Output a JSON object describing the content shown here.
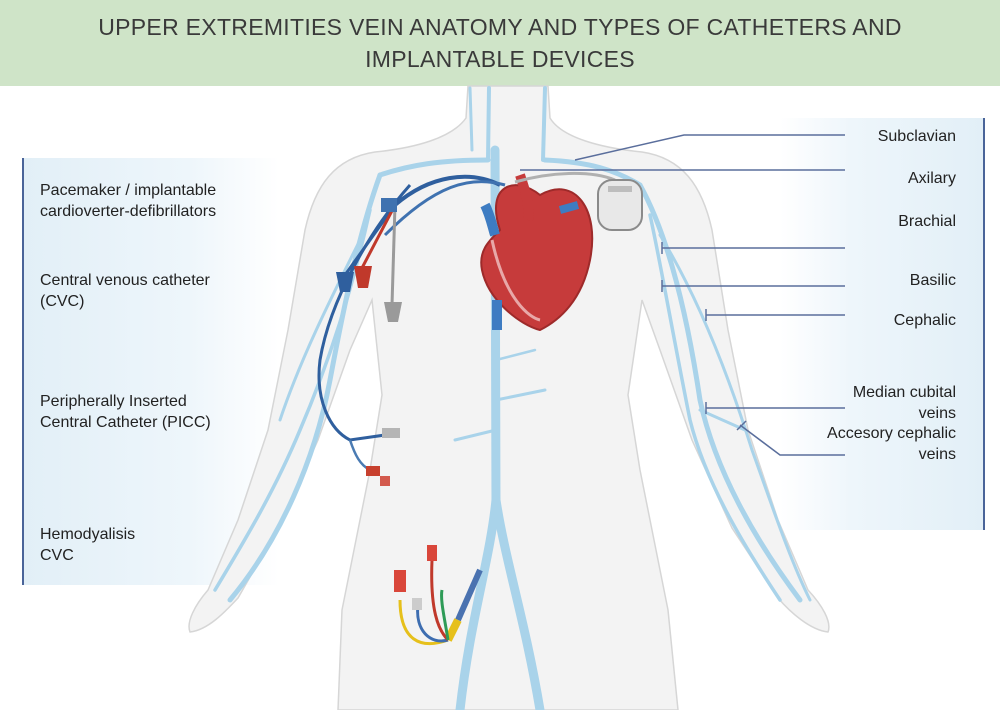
{
  "title": {
    "line1": "UPPER EXTREMITIES VEIN ANATOMY AND TYPES OF CATHETERS AND",
    "line2": "IMPLANTABLE DEVICES"
  },
  "devices": [
    {
      "line1": "Pacemaker / implantable",
      "line2": "cardioverter-defibrillators"
    },
    {
      "line1": "Central venous catheter",
      "line2": "(CVC)"
    },
    {
      "line1": "Peripherally Inserted",
      "line2": "Central Catheter (PICC)"
    },
    {
      "line1": "Hemodyalisis",
      "line2": "CVC"
    }
  ],
  "veins": [
    {
      "line1": "Subclavian"
    },
    {
      "line1": "Axilary"
    },
    {
      "line1": "Brachial"
    },
    {
      "line1": "Basilic"
    },
    {
      "line1": "Cephalic"
    },
    {
      "line1": "Median cubital",
      "line2": "veins"
    },
    {
      "line1": "Accesory cephalic",
      "line2": "veins"
    }
  ],
  "colors": {
    "title_background": "#cfe4c8",
    "panel_border": "#4a6499",
    "vein": "#a9d3ea",
    "catheter": "#2f5f9e",
    "heart": "#c63b3b",
    "leader_line": "#5a6e9c"
  },
  "icons": [
    "body-silhouette",
    "heart-icon",
    "pacemaker-icon",
    "cvc-catheter-icon",
    "picc-catheter-icon",
    "hemodialysis-catheter-icon"
  ]
}
